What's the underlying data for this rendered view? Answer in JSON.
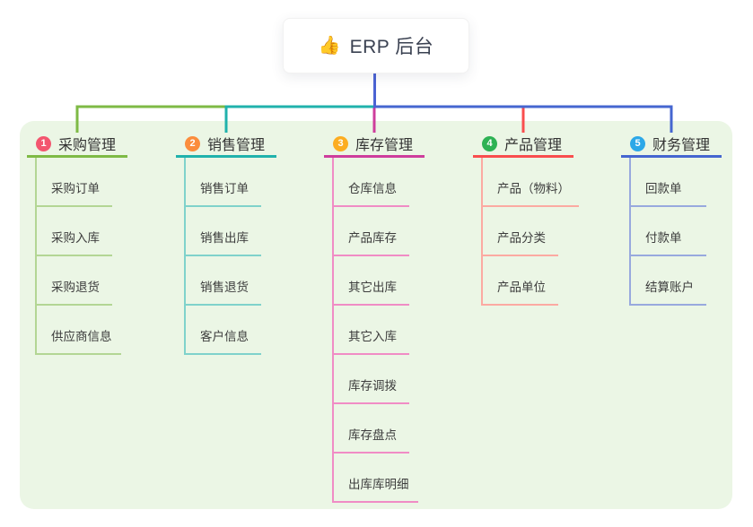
{
  "root": {
    "emoji": "👍",
    "label": "ERP 后台"
  },
  "theme": {
    "panel_bg": "#ebf6e5",
    "root_line_color": "#4b63d3",
    "root_text_color": "#3a4151",
    "title_text_color": "#333333",
    "child_text_color": "#3d3d3d"
  },
  "branches": [
    {
      "index": "1",
      "label": "采购管理",
      "badge_color": "#f3566f",
      "line_color": "#7eba45",
      "child_line_color": "#b3d694",
      "children": [
        "采购订单",
        "采购入库",
        "采购退货",
        "供应商信息"
      ]
    },
    {
      "index": "2",
      "label": "销售管理",
      "badge_color": "#fb8d3d",
      "line_color": "#20b2ac",
      "child_line_color": "#7fd2cb",
      "children": [
        "销售订单",
        "销售出库",
        "销售退货",
        "客户信息"
      ]
    },
    {
      "index": "3",
      "label": "库存管理",
      "badge_color": "#fcad21",
      "line_color": "#ce3d9c",
      "child_line_color": "#f08cc5",
      "children": [
        "仓库信息",
        "产品库存",
        "其它出库",
        "其它入库",
        "库存调拨",
        "库存盘点",
        "出库库明细"
      ]
    },
    {
      "index": "4",
      "label": "产品管理",
      "badge_color": "#2eb254",
      "line_color": "#f94e4e",
      "child_line_color": "#fcaaa2",
      "children": [
        "产品（物料）",
        "产品分类",
        "产品单位"
      ]
    },
    {
      "index": "5",
      "label": "财务管理",
      "badge_color": "#2ca8e8",
      "line_color": "#4566d0",
      "child_line_color": "#98a9de",
      "children": [
        "回款单",
        "付款单",
        "结算账户"
      ]
    }
  ]
}
